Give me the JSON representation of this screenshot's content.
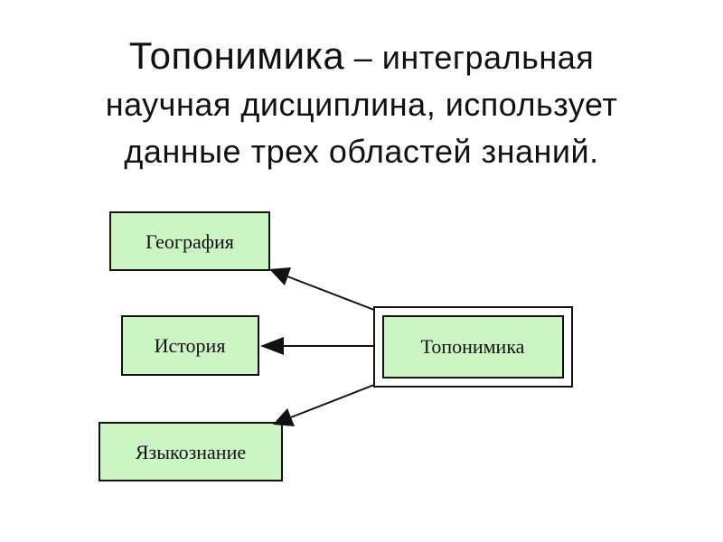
{
  "title": {
    "line1_main": "Топонимика",
    "line1_rest": " – интегральная",
    "line2": "научная  дисциплина,  использует",
    "line3": "данные  трех  областей  знаний."
  },
  "diagram": {
    "center": "Топонимика",
    "nodes": [
      "География",
      "История",
      "Языкознание"
    ],
    "colors": {
      "node_fill": "#ccf5c4",
      "border": "#111111"
    }
  }
}
